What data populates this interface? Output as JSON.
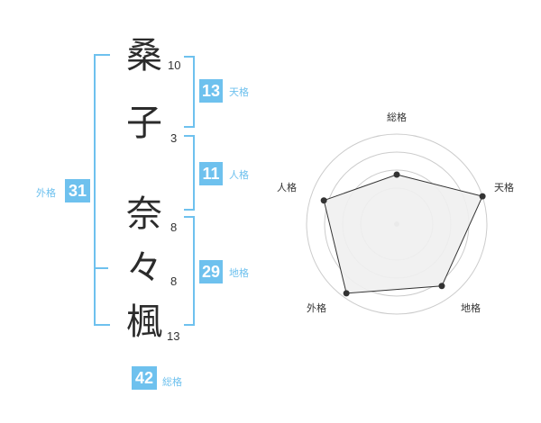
{
  "name": {
    "chars": [
      {
        "char": "桑",
        "strokes": "10"
      },
      {
        "char": "子",
        "strokes": "3"
      },
      {
        "char": "奈",
        "strokes": "8"
      },
      {
        "char": "々",
        "strokes": "8"
      },
      {
        "char": "楓",
        "strokes": "13"
      }
    ]
  },
  "fortune": {
    "tenkaku": {
      "value": "13",
      "label": "天格"
    },
    "jinkaku": {
      "value": "11",
      "label": "人格"
    },
    "chikaku": {
      "value": "29",
      "label": "地格"
    },
    "gaikaku": {
      "value": "31",
      "label": "外格"
    },
    "soukaku": {
      "value": "42",
      "label": "総格"
    }
  },
  "radar": {
    "labels": [
      "総格",
      "天格",
      "地格",
      "外格",
      "人格"
    ],
    "values": [
      0.55,
      1.0,
      0.85,
      0.95,
      0.85
    ],
    "colors": {
      "accent": "#6ec1ee",
      "fill": "#f0f0f0",
      "line": "#333333",
      "grid": "#cccccc"
    }
  }
}
